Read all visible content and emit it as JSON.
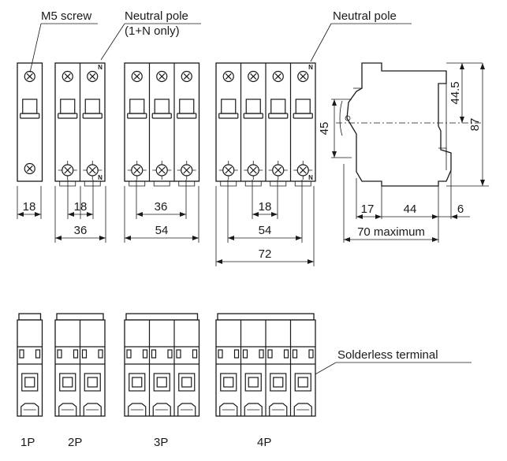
{
  "labels": {
    "m5_screw": "M5 screw",
    "neutral_pole_left": "Neutral pole",
    "neutral_pole_left_sub": "(1+N only)",
    "neutral_pole_right": "Neutral pole",
    "solderless_terminal": "Solderless terminal",
    "neutral_mark": "N"
  },
  "dimensions": {
    "d18_1p": "18",
    "d18_2p": "18",
    "d36_2p": "36",
    "d36_3p": "36",
    "d54_3p": "54",
    "d18_4p": "18",
    "d54_4p": "54",
    "d72_4p": "72",
    "side_17": "17",
    "side_44": "44",
    "side_6": "6",
    "side_70": "70 maximum",
    "side_45": "45",
    "side_44_5": "44.5",
    "side_87": "87"
  },
  "variants": [
    "1P",
    "2P",
    "3P",
    "4P"
  ]
}
